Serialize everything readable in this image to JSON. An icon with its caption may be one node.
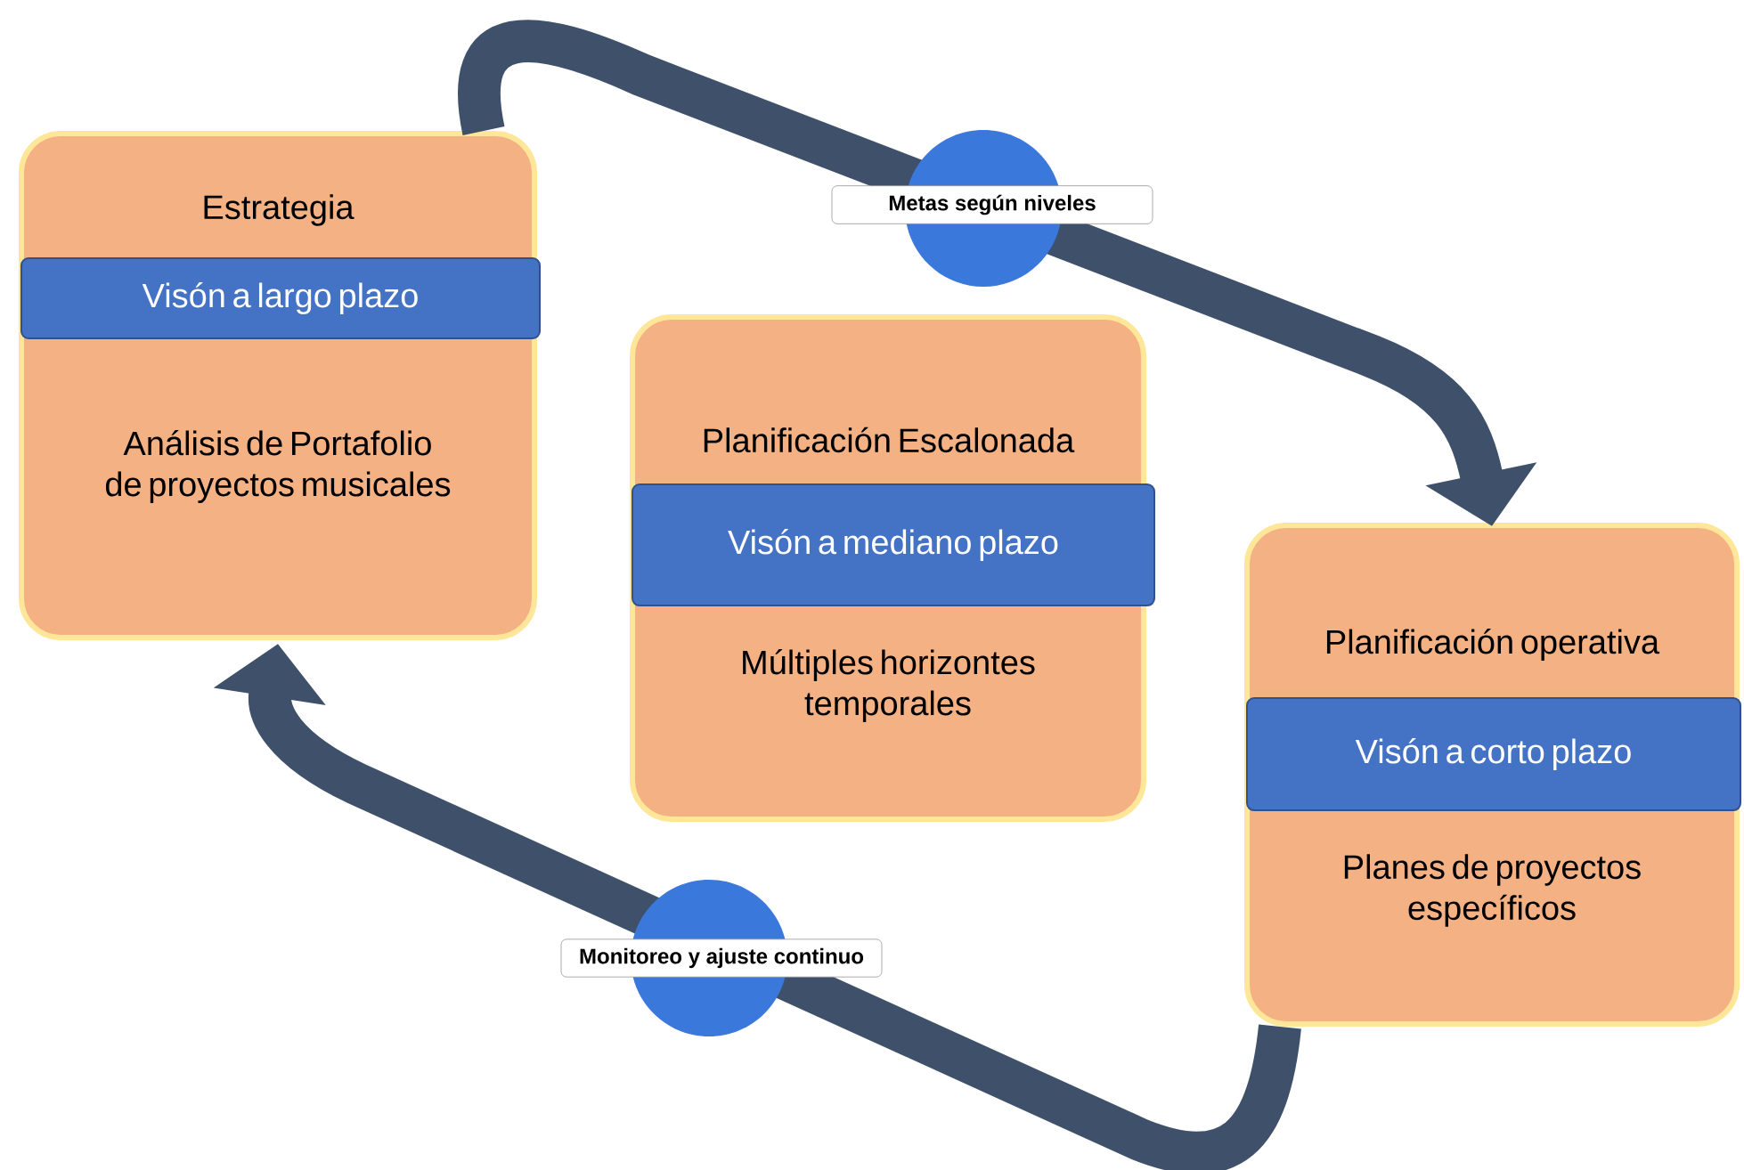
{
  "diagram": {
    "nodes": [
      {
        "text": [
          "Estrategia",
          "Análisis de Portafolio de proyectos musicales"
        ]
      },
      {
        "text": [
          "Visón a largo plazo"
        ],
        "in": 0
      },
      {
        "text": [
          "Planificación Escalonada",
          "Múltiples horizontes temporales"
        ]
      },
      {
        "text": [
          "Visón a mediano plazo"
        ],
        "in": 2
      },
      {
        "text": [
          "Planificación operativa",
          "Planes de proyectos específicos"
        ]
      },
      {
        "text": [
          "Visón a corto plazo"
        ],
        "in": 4
      }
    ],
    "edges": [
      {
        "from": 0,
        "to": 4,
        "arrow": "to",
        "label": "Metas según niveles"
      },
      {
        "from": 4,
        "to": 0,
        "arrow": "to",
        "label": "Monitoreo y ajuste continuo"
      }
    ]
  }
}
